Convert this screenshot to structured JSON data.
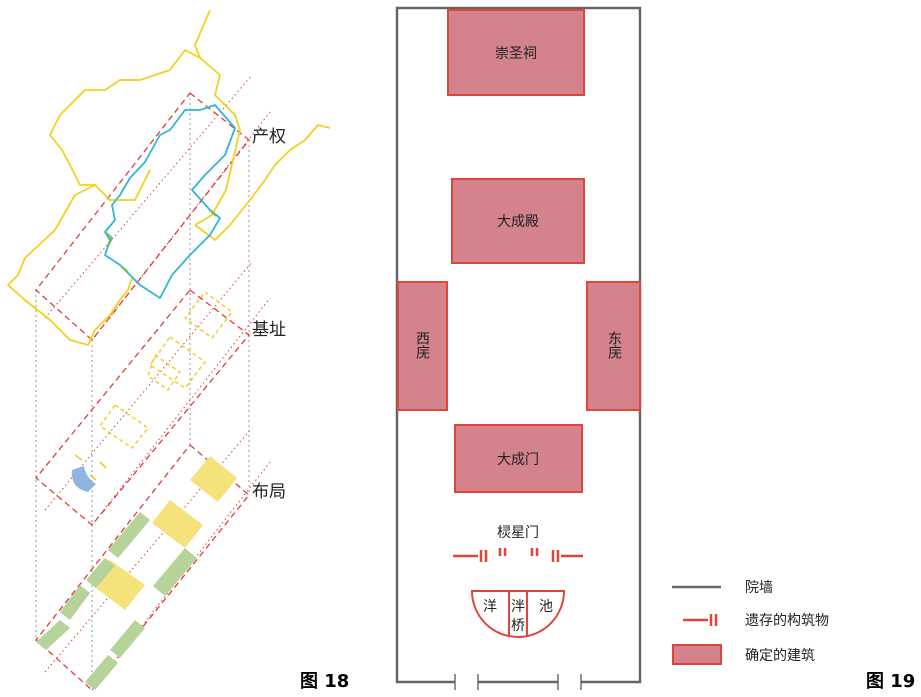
{
  "figure18": {
    "caption": "图 18",
    "layers": {
      "ownership": "产权",
      "site": "基址",
      "layout": "布局"
    }
  },
  "figure19": {
    "caption": "图 19",
    "buildings": {
      "chongsheng_ci": "崇圣祠",
      "dacheng_dian": "大成殿",
      "west_wing": "西庑",
      "east_wing": "东庑",
      "dacheng_men": "大成门",
      "lingxing_men": "棂星门"
    },
    "pond": {
      "left": "洋",
      "bridge_top": "泮",
      "bridge_bottom": "桥",
      "right": "池"
    },
    "legend": {
      "wall": "院墙",
      "relic": "遗存的构筑物",
      "building": "确定的建筑"
    }
  },
  "colors": {
    "wall": "#666666",
    "relic": "#e0453a",
    "building_fill": "#d4828c",
    "building_stroke": "#e0453a",
    "ownership_yellow": "#f2d21f",
    "ownership_blue": "#33b5d4",
    "site_dashed": "#f0cc2a",
    "layout_yellow": "#f6e27a",
    "layout_green": "#b6d39a",
    "layer_frame": "#e03c3c"
  }
}
